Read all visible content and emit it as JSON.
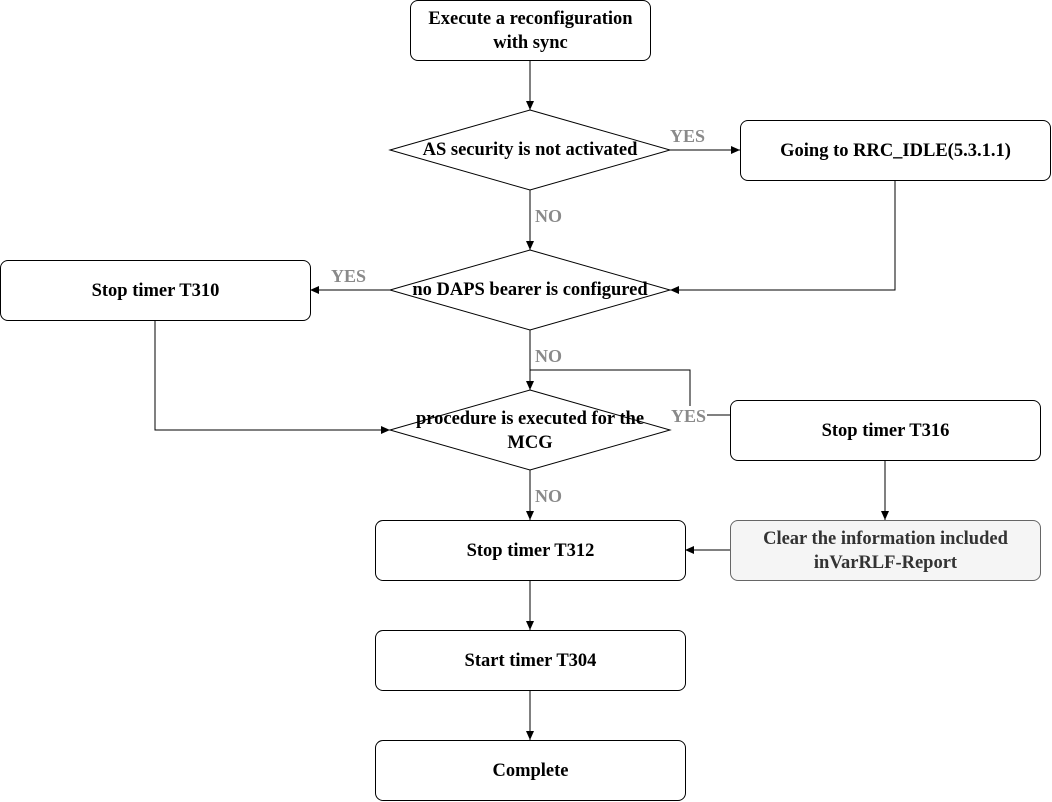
{
  "nodes": {
    "start": "Execute a reconfiguration with sync",
    "d_security": "AS security is not activated",
    "rrc_idle": "Going to RRC_IDLE(5.3.1.1)",
    "d_daps": "no DAPS bearer is configured",
    "stop_t310": "Stop timer T310",
    "d_mcg": "procedure is executed for the MCG",
    "stop_t316": "Stop timer T316",
    "clear_info": "Clear the information included inVarRLF-Report",
    "stop_t312": "Stop timer T312",
    "start_t304": "Start timer T304",
    "complete": "Complete"
  },
  "edges": {
    "security_yes": "YES",
    "security_no": "NO",
    "daps_yes": "YES",
    "daps_no": "NO",
    "mcg_yes": "YES",
    "mcg_no": "NO"
  }
}
